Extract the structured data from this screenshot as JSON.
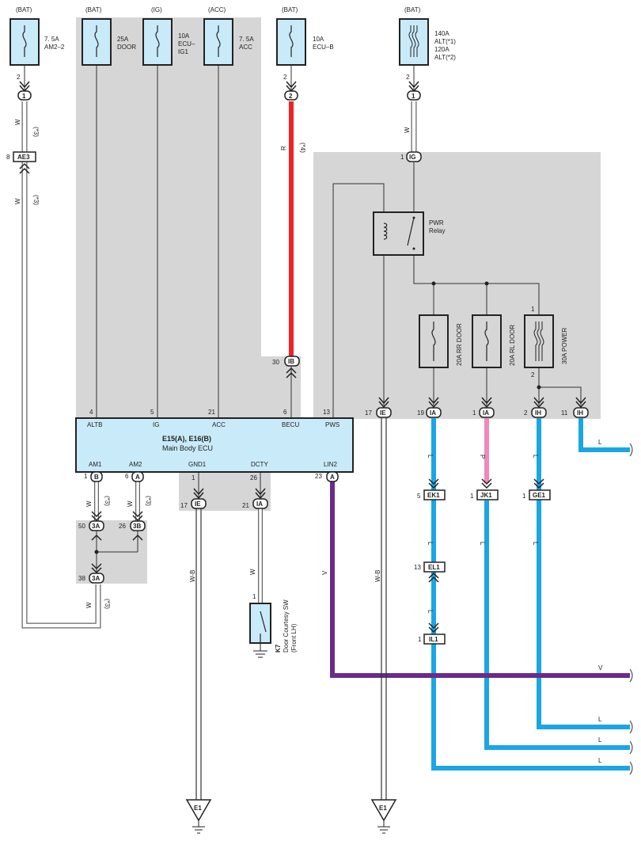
{
  "colors": {
    "red": "#ee2222",
    "blue": "#1aa6e4",
    "violet": "#6a2b8c",
    "pink": "#ef88bb",
    "panel": "#d6d6d6",
    "fuse_bg": "#c9eaf8",
    "ecu_bg": "#c9eaf8"
  },
  "fuses": {
    "am22": {
      "source": "(BAT)",
      "rating": "7. 5A",
      "name": "AM2–2",
      "pin": "2",
      "conn": "1"
    },
    "door": {
      "source": "(BAT)",
      "rating": "25A",
      "name": "DOOR"
    },
    "ecuig1": {
      "source": "(IG)",
      "rating": "10A",
      "name1": "ECU–",
      "name2": "IG1"
    },
    "acc": {
      "source": "(ACC)",
      "rating": "7. 5A",
      "name": "ACC"
    },
    "ecub": {
      "source": "(BAT)",
      "rating": "10A",
      "name": "ECU–B",
      "pin": "2",
      "conn": "2"
    },
    "alt": {
      "source": "(BAT)",
      "line1": "140A",
      "line2": "ALT(*1)",
      "line3": "120A",
      "line4": "ALT(*2)",
      "pin": "2",
      "conn": "1"
    },
    "rr": {
      "label": "20A RR DOOR"
    },
    "rl": {
      "label": "20A RL DOOR"
    },
    "power": {
      "label": "30A POWER",
      "pin_top": "1",
      "pin_bot": "2"
    }
  },
  "relay": {
    "line1": "PWR",
    "line2": "Relay",
    "pin": "1",
    "conn": "IG"
  },
  "ecu": {
    "title": "E15(A), E16(B)",
    "subtitle": "Main Body ECU",
    "top_pins": [
      {
        "num": "4",
        "name": "ALTB"
      },
      {
        "num": "5",
        "name": "IG"
      },
      {
        "num": "21",
        "name": "ACC"
      },
      {
        "num": "6",
        "name": "BECU"
      },
      {
        "num": "13",
        "name": "PWS"
      }
    ],
    "bottom_pins": [
      {
        "name": "AM1",
        "num": "1",
        "conn": "B"
      },
      {
        "name": "AM2",
        "num": "6",
        "conn": "A"
      },
      {
        "name": "GND1",
        "num": "1"
      },
      {
        "name": "DCTY",
        "num": "26"
      },
      {
        "name": "LIN2",
        "num": "23",
        "conn": "A"
      }
    ]
  },
  "connectors": {
    "ae3": {
      "pin": "8",
      "name": "AE3"
    },
    "ib30": {
      "pin": "30",
      "name": "IB"
    },
    "ie17a": {
      "pin": "17",
      "name": "IE"
    },
    "ia19": {
      "pin": "19",
      "name": "IA"
    },
    "ia1": {
      "pin": "1",
      "name": "IA"
    },
    "ih2": {
      "pin": "2",
      "name": "IH"
    },
    "ih11": {
      "pin": "11",
      "name": "IH"
    },
    "c3a50": {
      "pin": "50",
      "name": "3A"
    },
    "c3b26": {
      "pin": "26",
      "name": "3B"
    },
    "c3a38": {
      "pin": "38",
      "name": "3A"
    },
    "ie17b": {
      "pin": "17",
      "name": "IE"
    },
    "ia21": {
      "pin": "21",
      "name": "IA"
    },
    "ek1": {
      "pin": "5",
      "name": "EK1"
    },
    "jk1": {
      "pin": "1",
      "name": "JK1"
    },
    "ge1": {
      "pin": "1",
      "name": "GE1"
    },
    "el1": {
      "pin": "13",
      "name": "EL1"
    },
    "il1": {
      "pin": "1",
      "name": "IL1"
    }
  },
  "wires": {
    "w": "W",
    "r": "R",
    "l": "L",
    "p": "P",
    "v": "V",
    "wb": "W-B",
    "n3": "(*3)",
    "n4": "(*4)"
  },
  "switch": {
    "pin": "1",
    "code": "K7",
    "name": "Door Courtesy SW",
    "sub": "(Front LH)"
  },
  "grounds": {
    "left": "E1",
    "right": "E1"
  }
}
